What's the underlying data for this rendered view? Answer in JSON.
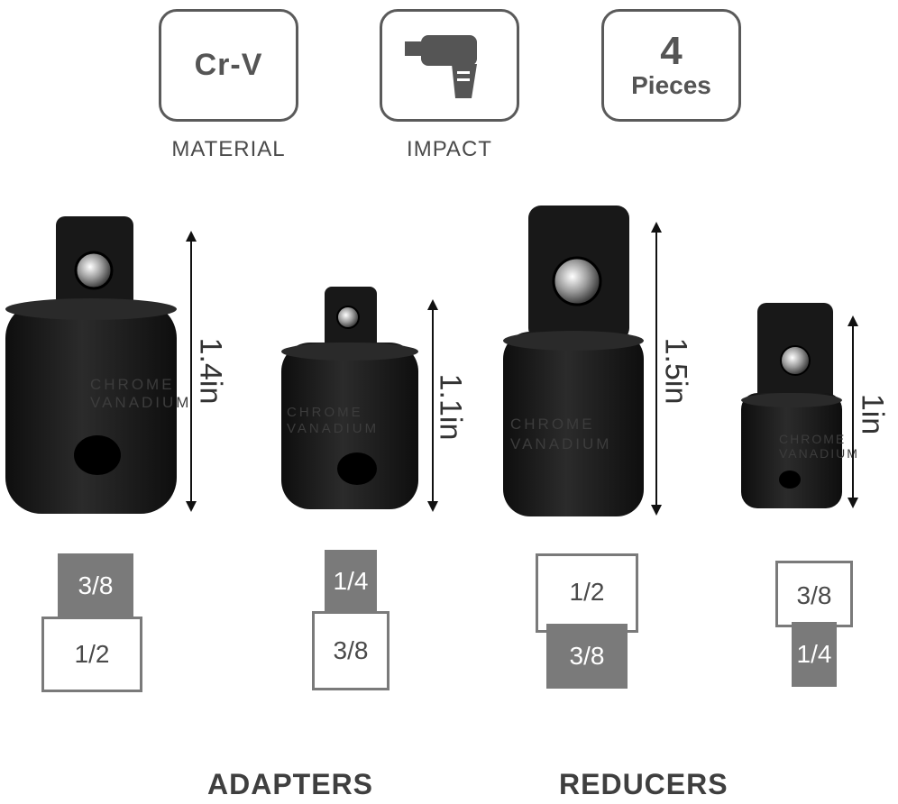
{
  "badges": {
    "material_value": "Cr-V",
    "material_caption": "MATERIAL",
    "impact_caption": "IMPACT",
    "pieces_number": "4",
    "pieces_word": "Pieces"
  },
  "sockets": [
    {
      "height": "1.4in",
      "engraving": [
        "CHROME",
        "VANADIUM"
      ]
    },
    {
      "height": "1.1in",
      "engraving": [
        "CHROME",
        "VANADIUM"
      ]
    },
    {
      "height": "1.5in",
      "engraving": [
        "CHROME",
        "VANADIUM"
      ]
    },
    {
      "height": "1in",
      "engraving": [
        "CHROME",
        "VANADIUM"
      ]
    }
  ],
  "sizes": [
    {
      "top": "3/8",
      "bottom": "1/2"
    },
    {
      "top": "1/4",
      "bottom": "3/8"
    },
    {
      "top": "1/2",
      "bottom": "3/8"
    },
    {
      "top": "3/8",
      "bottom": "1/4"
    }
  ],
  "sections": {
    "left": "ADAPTERS",
    "right": "REDUCERS"
  },
  "colors": {
    "socket_body": "#1b1b1b",
    "label_fill": "#7a7a7a",
    "badge_border": "#5a5a5a"
  }
}
